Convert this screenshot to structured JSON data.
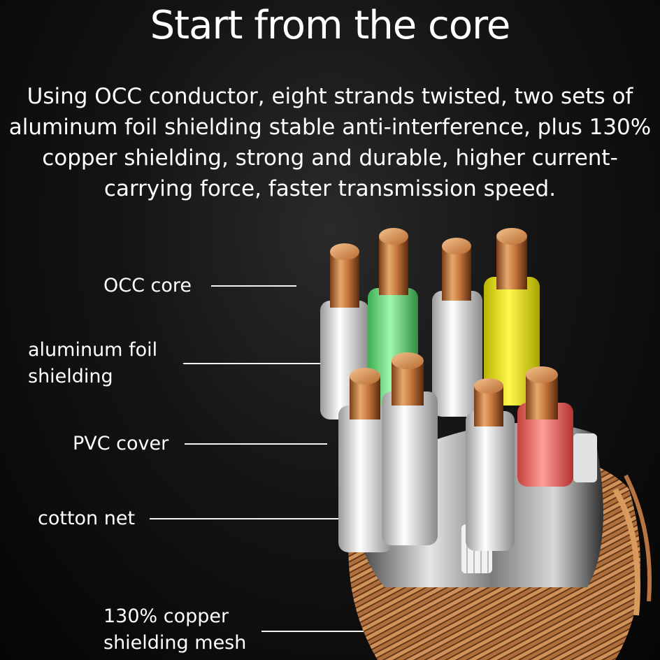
{
  "title": "Start from the core",
  "description": "Using OCC conductor, eight strands twisted, two sets of aluminum foil shielding stable anti-interference, plus 130% copper shielding, strong and durable, higher current-carrying force, faster transmission speed.",
  "labels": {
    "occ_core": "OCC core",
    "aluminum_foil": "aluminum foil\nshielding",
    "pvc_cover": "PVC cover",
    "cotton_net": "cotton net",
    "copper_mesh": "130% copper\nshielding mesh"
  },
  "colors": {
    "copper": "#c8793e",
    "white_insulation": "#e8e8e8",
    "green_insulation": "#7fe88f",
    "yellow_insulation": "#f2ee1a",
    "pink_insulation": "#f47c78"
  }
}
